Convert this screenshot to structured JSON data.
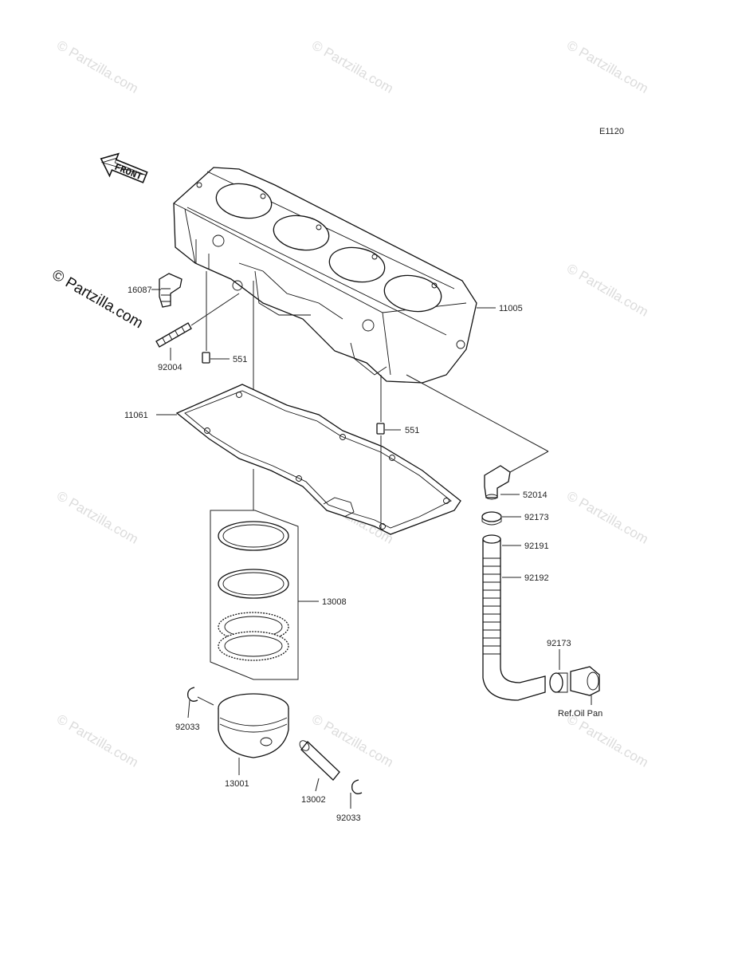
{
  "diagram": {
    "code": "E1120",
    "front_label": "FRONT",
    "watermark": "© Partzilla.com",
    "side_watermark": "© Partzilla.com",
    "labels": {
      "p16087": "16087",
      "p92004": "92004",
      "p551a": "551",
      "p551b": "551",
      "p11005": "11005",
      "p11061": "11061",
      "p52014": "52014",
      "p92173a": "92173",
      "p92191": "92191",
      "p92192": "92192",
      "p92173b": "92173",
      "p13008": "13008",
      "p92033a": "92033",
      "p13001": "13001",
      "p13002": "13002",
      "p92033b": "92033",
      "ref": "Ref.Oil Pan"
    }
  }
}
